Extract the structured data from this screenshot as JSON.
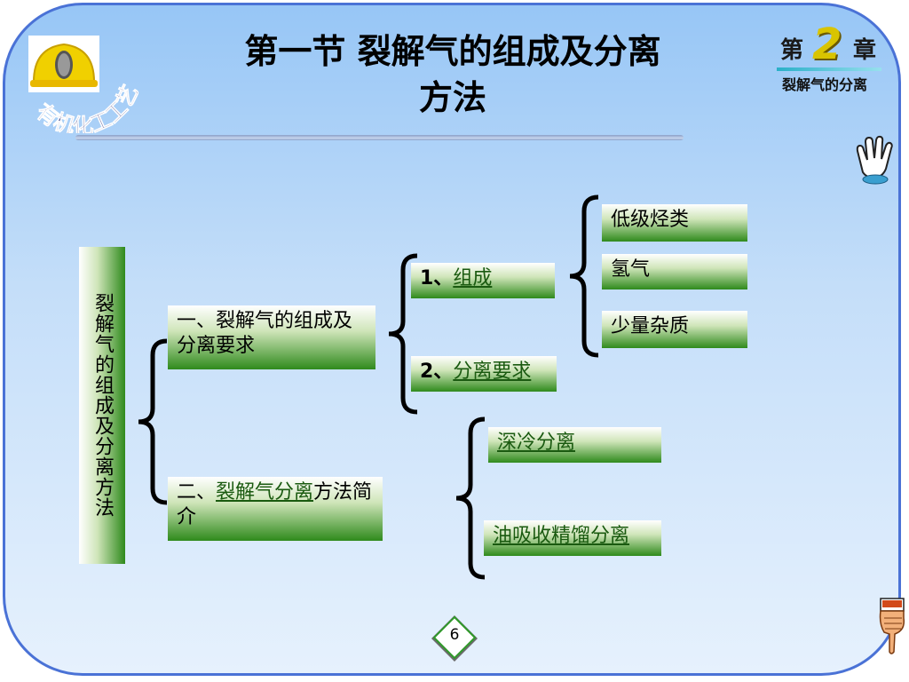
{
  "title": {
    "line1": "第一节  裂解气的组成及分离",
    "line2": "方法"
  },
  "logo": {
    "text": "有机化工工艺",
    "icon": "helmet-icon"
  },
  "chapter": {
    "prefix": "第",
    "number": "2",
    "suffix": "章",
    "subtitle": "裂解气的分离"
  },
  "diagram": {
    "root": "裂解气的组成及分离方法",
    "level1": [
      {
        "label": "一、裂解气的组成及分离要求"
      },
      {
        "prefix": "二、",
        "link": "裂解气分离",
        "suffix": "方法简介"
      }
    ],
    "level2_a": [
      {
        "prefix": "1、",
        "link": "组成"
      },
      {
        "prefix": "2、",
        "link": "分离要求"
      }
    ],
    "level3_a": [
      "低级烃类",
      "氢气",
      "少量杂质"
    ],
    "level2_b": [
      "深冷分离",
      "油吸收精馏分离"
    ]
  },
  "page": {
    "number": "6"
  },
  "icons": [
    "open-hand-icon",
    "pointing-hand-icon"
  ],
  "colors": {
    "border": "#4a72d6",
    "box_green": "#2f8a1c",
    "background_top": "#97c6f6"
  }
}
